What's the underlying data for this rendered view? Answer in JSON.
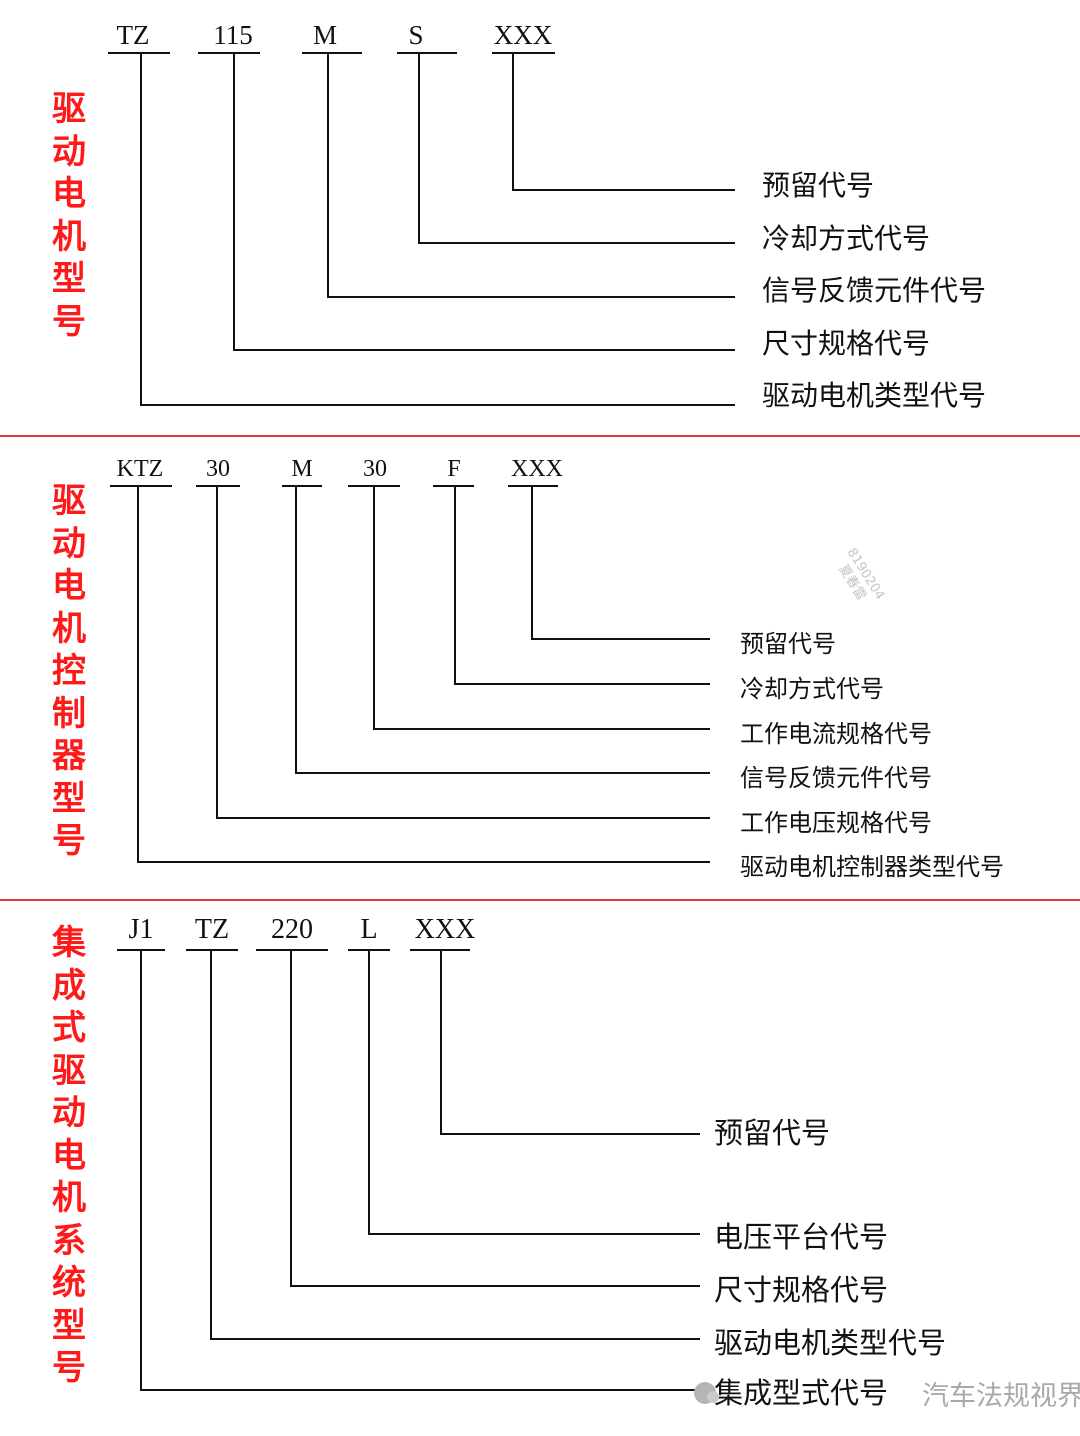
{
  "sections": [
    {
      "title": "驱动电机型号",
      "codes": [
        "TZ",
        "115",
        "M",
        "S",
        "XXX"
      ],
      "labels": [
        "预留代号",
        "冷却方式代号",
        "信号反馈元件代号",
        "尺寸规格代号",
        "驱动电机类型代号"
      ]
    },
    {
      "title": "驱动电机控制器型号",
      "codes": [
        "KTZ",
        "30",
        "M",
        "30",
        "F",
        "XXX"
      ],
      "labels": [
        "预留代号",
        "冷却方式代号",
        "工作电流规格代号",
        "信号反馈元件代号",
        "工作电压规格代号",
        "驱动电机控制器类型代号"
      ]
    },
    {
      "title": "集成式驱动电机系统型号",
      "codes": [
        "J1",
        "TZ",
        "220",
        "L",
        "XXX"
      ],
      "labels": [
        "预留代号",
        "电压平台代号",
        "尺寸规格代号",
        "驱动电机类型代号",
        "集成型式代号"
      ]
    }
  ],
  "watermark": {
    "stamp_lines": [
      "8190204",
      "夏春雷"
    ],
    "footer_text": "汽车法规视界"
  },
  "colors": {
    "title": "#ff1a1a",
    "divider": "#e83a3a",
    "line": "#111111"
  }
}
